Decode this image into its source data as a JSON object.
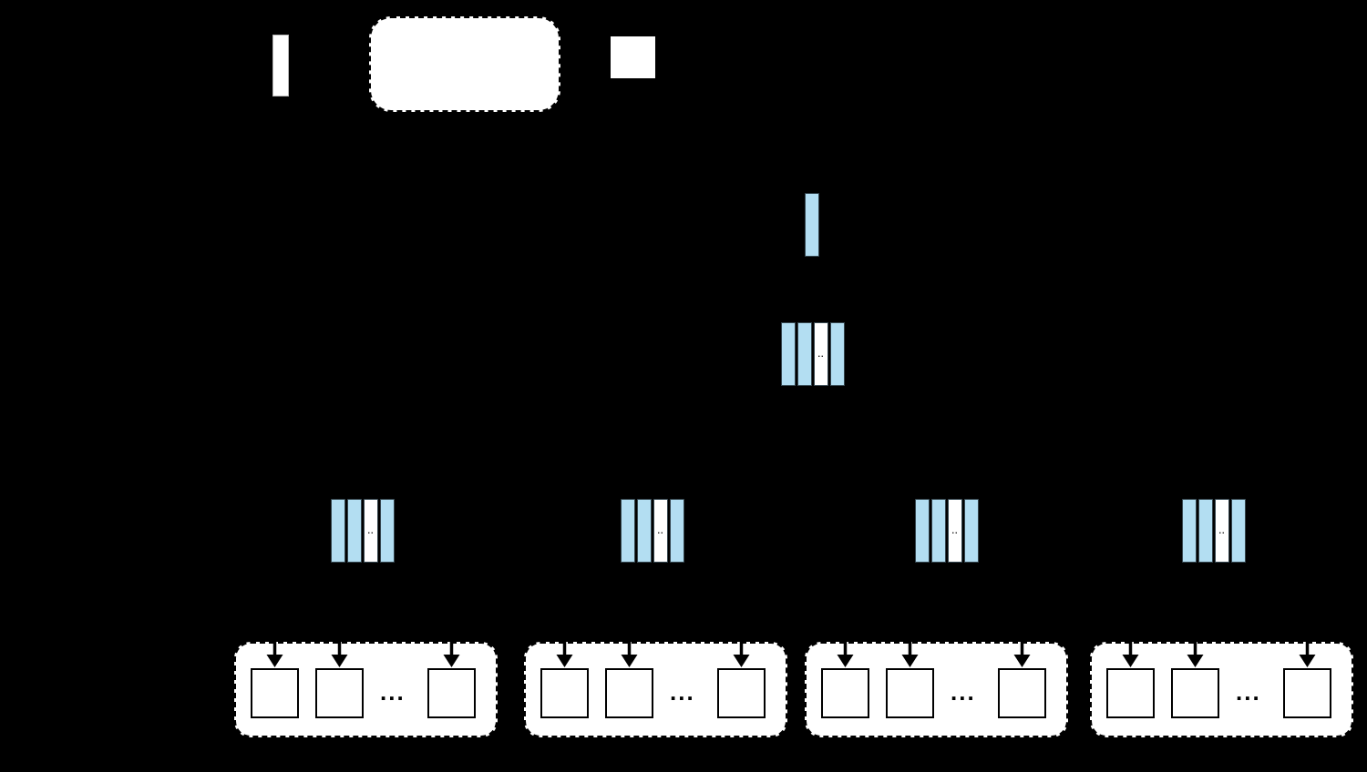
{
  "diagram": {
    "background_color": "#000000",
    "palette": {
      "vector_fill": "#b3def2",
      "vector_stroke": "#34454e",
      "container_fill": "#ffffff",
      "line_color": "#000000"
    },
    "legend": {
      "swatches": [
        {
          "icon": "vector-bar-swatch"
        },
        {
          "icon": "dashed-bucket-swatch"
        },
        {
          "icon": "document-square-swatch"
        }
      ]
    },
    "root": {
      "icon": "vector-bar"
    },
    "level2_group": {
      "pattern": [
        "vector",
        "vector",
        "ellipsis",
        "vector"
      ],
      "ellipsis": ".."
    },
    "level3_groups": [
      {
        "pattern": [
          "vector",
          "vector",
          "ellipsis",
          "vector"
        ],
        "ellipsis": ".."
      },
      {
        "pattern": [
          "vector",
          "vector",
          "ellipsis",
          "vector"
        ],
        "ellipsis": ".."
      },
      {
        "pattern": [
          "vector",
          "vector",
          "ellipsis",
          "vector"
        ],
        "ellipsis": ".."
      },
      {
        "pattern": [
          "vector",
          "vector",
          "ellipsis",
          "vector"
        ],
        "ellipsis": ".."
      }
    ],
    "buckets": [
      {
        "document_count": 3,
        "ellipsis": "..."
      },
      {
        "document_count": 3,
        "ellipsis": "..."
      },
      {
        "document_count": 3,
        "ellipsis": "..."
      },
      {
        "document_count": 3,
        "ellipsis": "..."
      }
    ]
  }
}
